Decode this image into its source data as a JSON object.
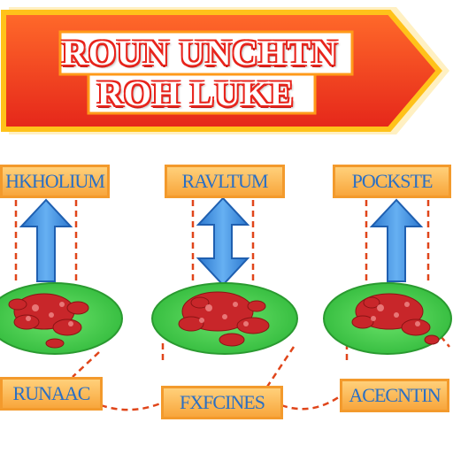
{
  "banner": {
    "title_line_1": "ROUN  UNCHTN",
    "title_line_2": "ROH LUKE",
    "colors": {
      "fill": "#f23d1c",
      "outline": "#ffc21a",
      "glow": "#ffe07a"
    }
  },
  "columns": [
    {
      "top_label": "HKHOLIUM",
      "arrow": "up",
      "bottom_label": "RUNAAC"
    },
    {
      "top_label": "RAVLTUM",
      "arrow": "up-down",
      "bottom_label": "FXFCINES"
    },
    {
      "top_label": "POCKSTE",
      "arrow": "up",
      "bottom_label": "ACECNTIN"
    }
  ],
  "colors": {
    "label_fill": "#f8b24e",
    "label_text": "#2a6fc4",
    "arrow_fill": "#3f8fe0",
    "plate_green": "#44d04a",
    "dashed_connector": "#e0451a",
    "food_red": "#c8262a"
  }
}
